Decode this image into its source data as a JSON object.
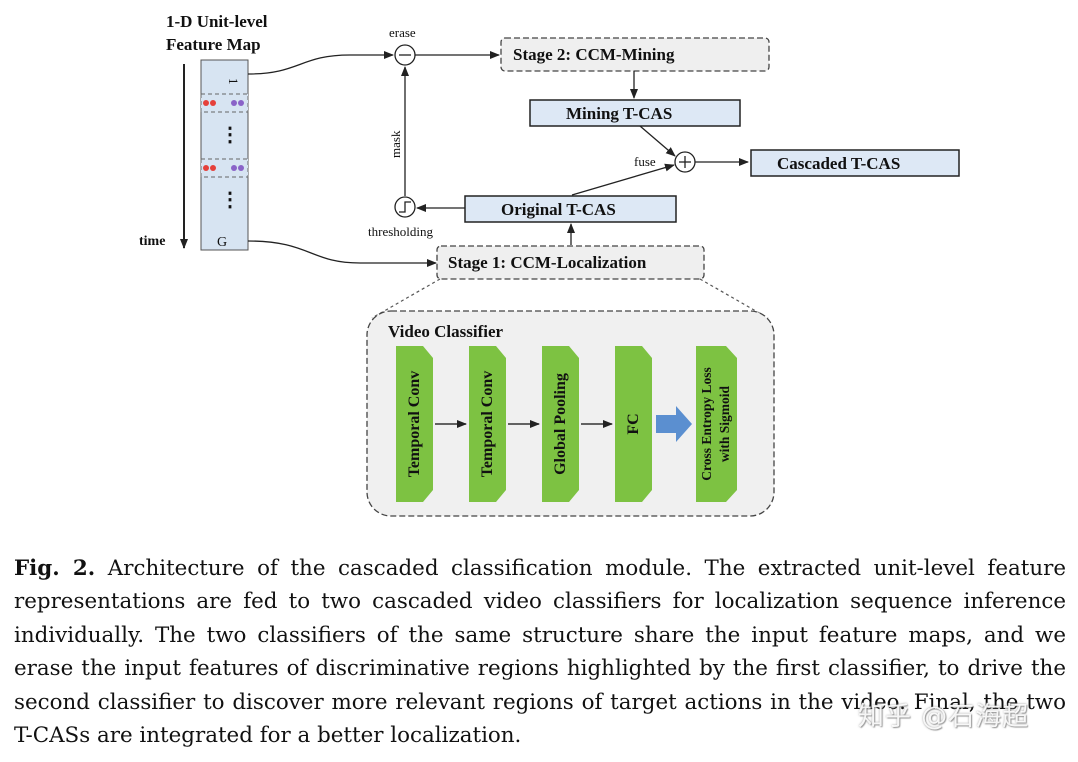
{
  "feature_map": {
    "title_line1": "1-D Unit-level",
    "title_line2": "Feature Map",
    "top_label": "1",
    "bottom_label": "G",
    "time_label": "time",
    "ellipsis": "⋮"
  },
  "ops": {
    "erase": "erase",
    "mask": "mask",
    "thresholding": "thresholding",
    "fuse": "fuse"
  },
  "boxes": {
    "stage2": "Stage 2:  CCM-Mining",
    "mining_tcas": "Mining T-CAS",
    "cascaded_tcas": "Cascaded T-CAS",
    "original_tcas": "Original T-CAS",
    "stage1": "Stage 1:  CCM-Localization"
  },
  "classifier": {
    "title": "Video Classifier",
    "layers": [
      "Temporal Conv",
      "Temporal Conv",
      "Global Pooling",
      "FC"
    ],
    "loss_line1": "Cross Entropy Loss",
    "loss_line2": "with Sigmoid"
  },
  "caption": {
    "fig_label": "Fig. 2.",
    "text": " Architecture of the cascaded classification module. The extracted unit-level feature representations are fed to two cascaded video classifiers for localization sequence inference individually. The two classifiers of the same structure share the input feature maps, and we erase the input features of discriminative regions highlighted by the first classifier, to drive the second classifier to discover more relevant regions of target actions in the video. Final, the two T-CASs are integrated for a better localization."
  },
  "watermark": "知乎 @石海超",
  "colors": {
    "box_fill": "#dde8f5",
    "stage_fill": "#efefef",
    "layer_green": "#7dc242",
    "blue_arrow": "#5b8fd0",
    "dot_red": "#e5403a",
    "dot_purple": "#8a63c8"
  }
}
